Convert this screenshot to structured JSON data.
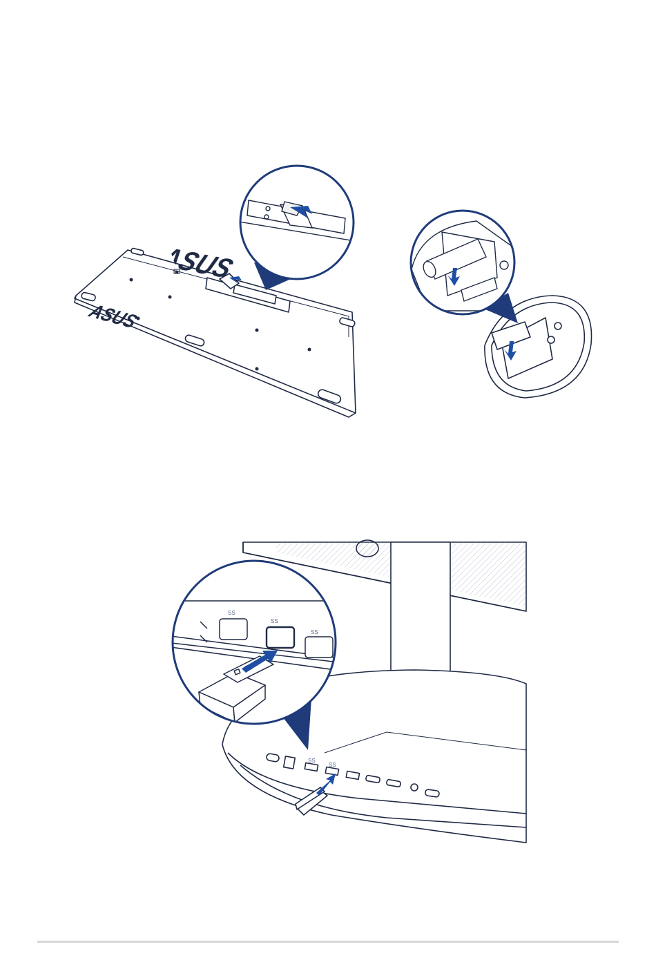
{
  "brand": "ASUS",
  "port_labels": {
    "usb_ss": "SS",
    "usb_ss_10": "SS"
  },
  "colors": {
    "outline": "#1f2a44",
    "accent_blue": "#1e4fa3",
    "circle_border": "#1f3b7a",
    "light_gray": "#f2f2f2",
    "footer_rule": "#d6d6d6"
  },
  "icons": {
    "arrow": "arrow-icon"
  }
}
